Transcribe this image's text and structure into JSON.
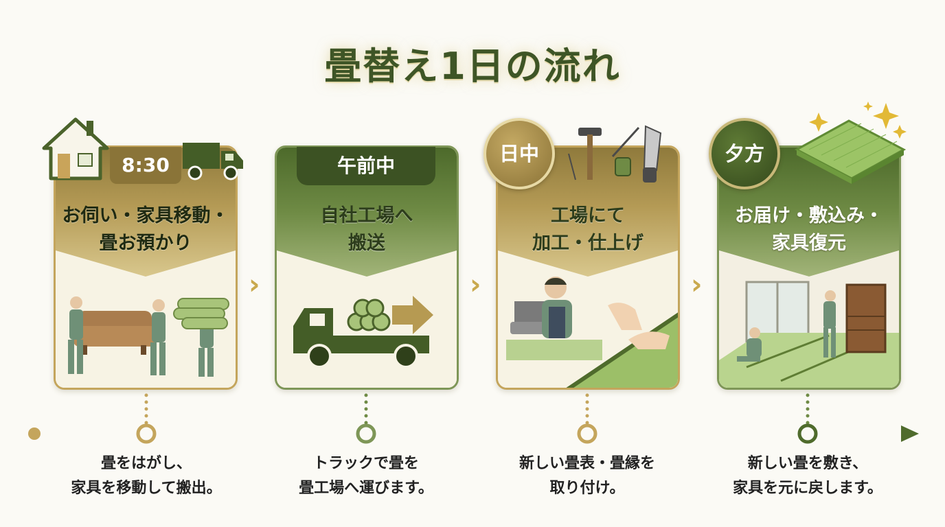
{
  "title": "畳替え1日の流れ",
  "steps": [
    {
      "time": "8:30",
      "label_line1": "お伺い・家具移動・",
      "label_line2": "畳お預かり",
      "desc_line1": "畳をはがし、",
      "desc_line2": "家具を移動して搬出。"
    },
    {
      "time": "午前中",
      "label_line1": "自社工場へ",
      "label_line2": "搬送",
      "desc_line1": "トラックで畳を",
      "desc_line2": "畳工場へ運びます。"
    },
    {
      "time": "日中",
      "label_line1": "工場にて",
      "label_line2": "加工・仕上げ",
      "desc_line1": "新しい畳表・畳縁を",
      "desc_line2": "取り付け。"
    },
    {
      "time": "夕方",
      "label_line1": "お届け・敷込み・",
      "label_line2": "家具復元",
      "desc_line1": "新しい畳を敷き、",
      "desc_line2": "家具を元に戻します。"
    }
  ],
  "colors": {
    "gold": "#c4a55c",
    "green": "#5e7a35",
    "dark_green": "#3e5526"
  },
  "icons": [
    "house-icon",
    "truck-icon",
    "tools-icon",
    "tatami-mat-icon",
    "sparkle-icon"
  ]
}
